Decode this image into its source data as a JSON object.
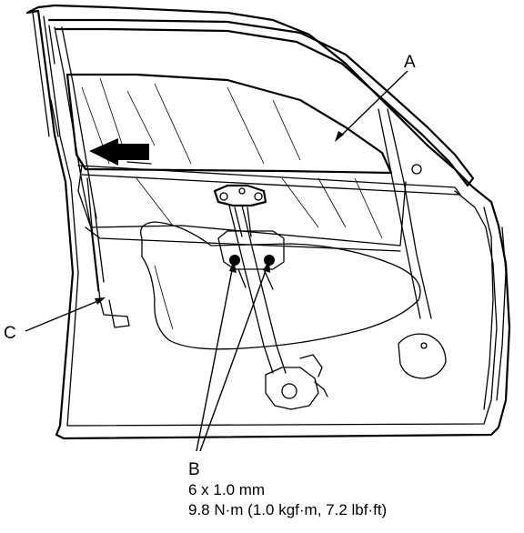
{
  "labels": {
    "a": "A",
    "b": "B",
    "c": "C"
  },
  "spec": {
    "bolt_size": "6 x 1.0 mm",
    "torque": "9.8 N·m (1.0 kgf·m, 7.2 lbf·ft)"
  },
  "icons": {
    "direction_arrow": "arrow-left-icon"
  },
  "colors": {
    "line": "#000000",
    "background": "#ffffff"
  }
}
